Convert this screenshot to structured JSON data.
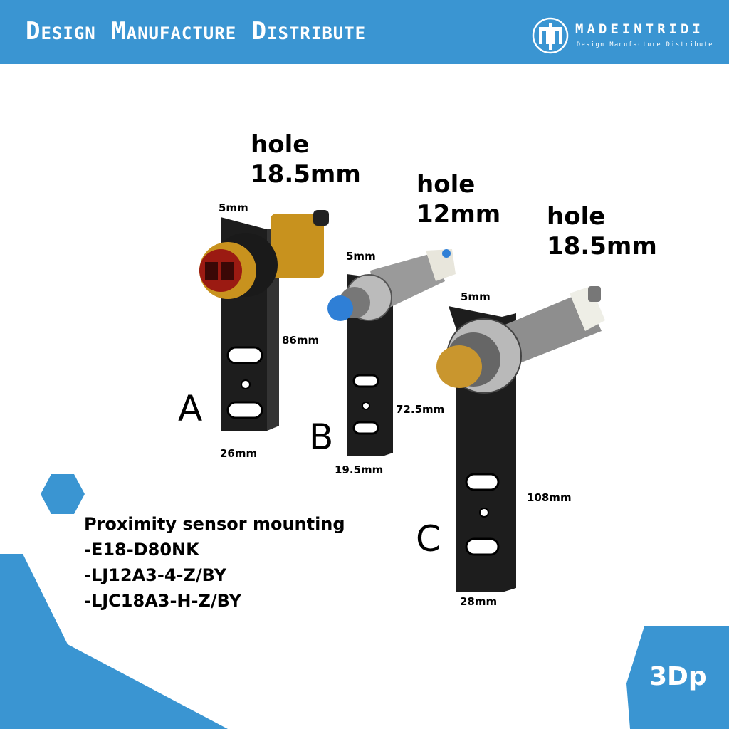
{
  "header": {
    "tagline": "Design Manufacture Distribute",
    "brand": "MADEINTRIDI",
    "brand_sub": "Design Manufacture Distribute"
  },
  "brackets": [
    {
      "letter": "A",
      "hole": [
        "hole",
        "18.5mm"
      ],
      "thickness": "5mm",
      "height": "86mm",
      "width": "26mm"
    },
    {
      "letter": "B",
      "hole": [
        "hole",
        "12mm"
      ],
      "thickness": "5mm",
      "height": "72.5mm",
      "width": "19.5mm"
    },
    {
      "letter": "C",
      "hole": [
        "hole",
        "18.5mm"
      ],
      "thickness": "5mm",
      "height": "108mm",
      "width": "28mm"
    }
  ],
  "description": {
    "title": "Proximity sensor mounting",
    "items": [
      "-E18-D80NK",
      "-LJ12A3-4-Z/BY",
      "-LJC18A3-H-Z/BY"
    ]
  },
  "badge": "3Dp",
  "colors": {
    "brand_blue": "#3a95d2",
    "bracket": "#1c1c1c",
    "sensor_a": "#c8921e",
    "sensor_b_cap": "#2f7fd6",
    "sensor_c_cap": "#c9962e"
  }
}
